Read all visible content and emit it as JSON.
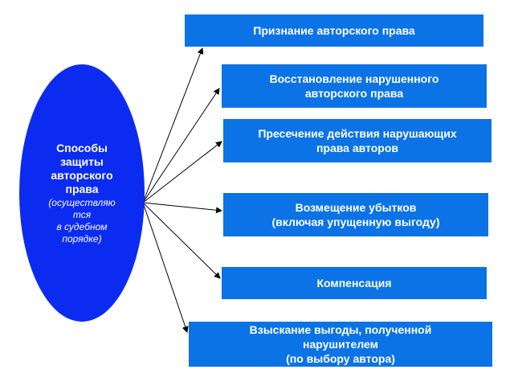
{
  "center": {
    "title_lines": [
      "Способы",
      "защиты",
      "авторского",
      "права"
    ],
    "subtitle_lines": [
      "(осуществляю",
      "тся",
      "в судебном",
      "порядке)"
    ]
  },
  "methods": [
    {
      "lines": [
        "Признание авторского права"
      ]
    },
    {
      "lines": [
        "Восстановление нарушенного",
        "авторского права"
      ]
    },
    {
      "lines": [
        "Пресечение действия нарушающих",
        "права авторов"
      ]
    },
    {
      "lines": [
        "Возмещение убытков",
        "(включая упущенную выгоду)"
      ]
    },
    {
      "lines": [
        "Компенсация"
      ]
    },
    {
      "lines": [
        "Взыскание выгоды, полученной",
        "нарушителем",
        "(по выбору автора)"
      ]
    }
  ],
  "colors": {
    "ellipse_fill": "#0b2cf0",
    "box_fill": "#0b73e6",
    "text": "#ffffff",
    "arrow": "#000000"
  }
}
